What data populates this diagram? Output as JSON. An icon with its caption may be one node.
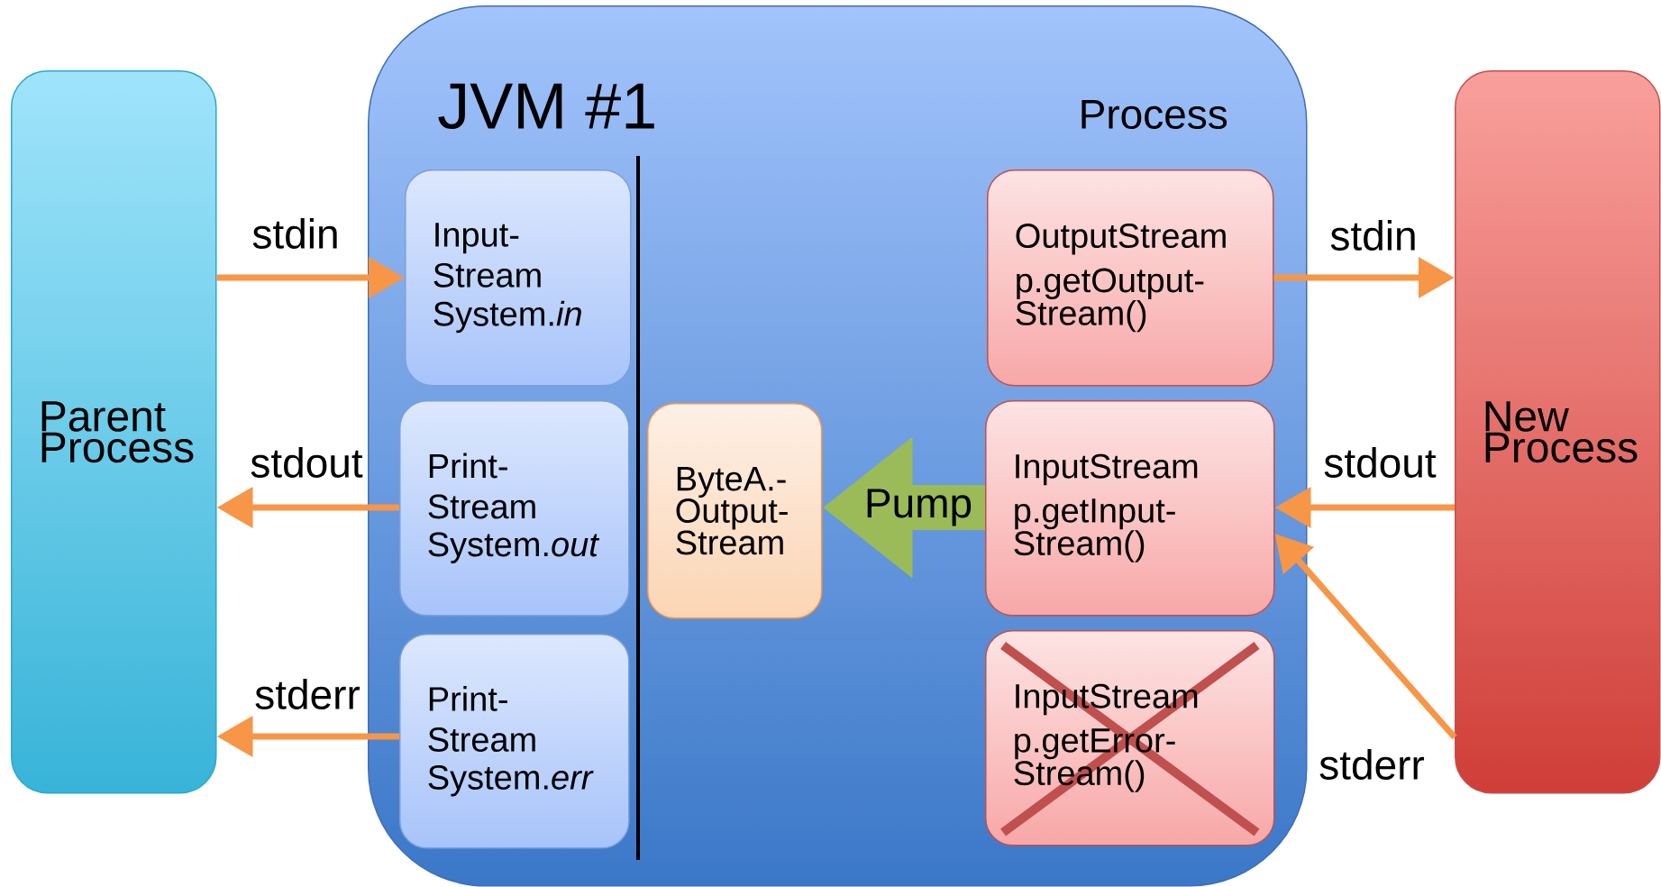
{
  "diagram": {
    "nodes": [
      {
        "text": [
          "Parent Process"
        ]
      },
      {
        "text": [
          "JVM #1",
          "Process"
        ]
      },
      {
        "text": [
          "Input-Stream",
          "System.*in*"
        ],
        "in": 1
      },
      {
        "text": [
          "Print-Stream",
          "System.*out*"
        ],
        "in": 1
      },
      {
        "text": [
          "Print-Stream",
          "System.*err*"
        ],
        "in": 1
      },
      {
        "text": [
          "ByteA.-Output-Stream"
        ],
        "in": 1
      },
      {
        "text": [
          "OutputStream",
          "p.getOutput-Stream()"
        ],
        "in": 1
      },
      {
        "text": [
          "InputStream",
          "p.getInput-Stream()"
        ],
        "in": 1
      },
      {
        "text": [
          "InputStream",
          "p.getError-Stream()"
        ],
        "in": 1
      },
      {
        "text": [
          "New Process"
        ]
      }
    ],
    "edges": [
      {
        "from": 0,
        "to": 2,
        "arrow": "to",
        "label": "stdin"
      },
      {
        "from": 3,
        "to": 0,
        "arrow": "to",
        "label": "stdout"
      },
      {
        "from": 4,
        "to": 0,
        "arrow": "to",
        "label": "stderr"
      },
      {
        "from": 6,
        "to": 9,
        "arrow": "to",
        "label": "stdin"
      },
      {
        "from": 9,
        "to": 7,
        "arrow": "to",
        "label": "stdout"
      },
      {
        "from": 9,
        "to": 7,
        "arrow": "to",
        "label": "stderr"
      },
      {
        "from": 7,
        "to": 5,
        "arrow": "to",
        "label": "Pump",
        "style": "thick",
        "color": "#9bbb59"
      }
    ]
  }
}
